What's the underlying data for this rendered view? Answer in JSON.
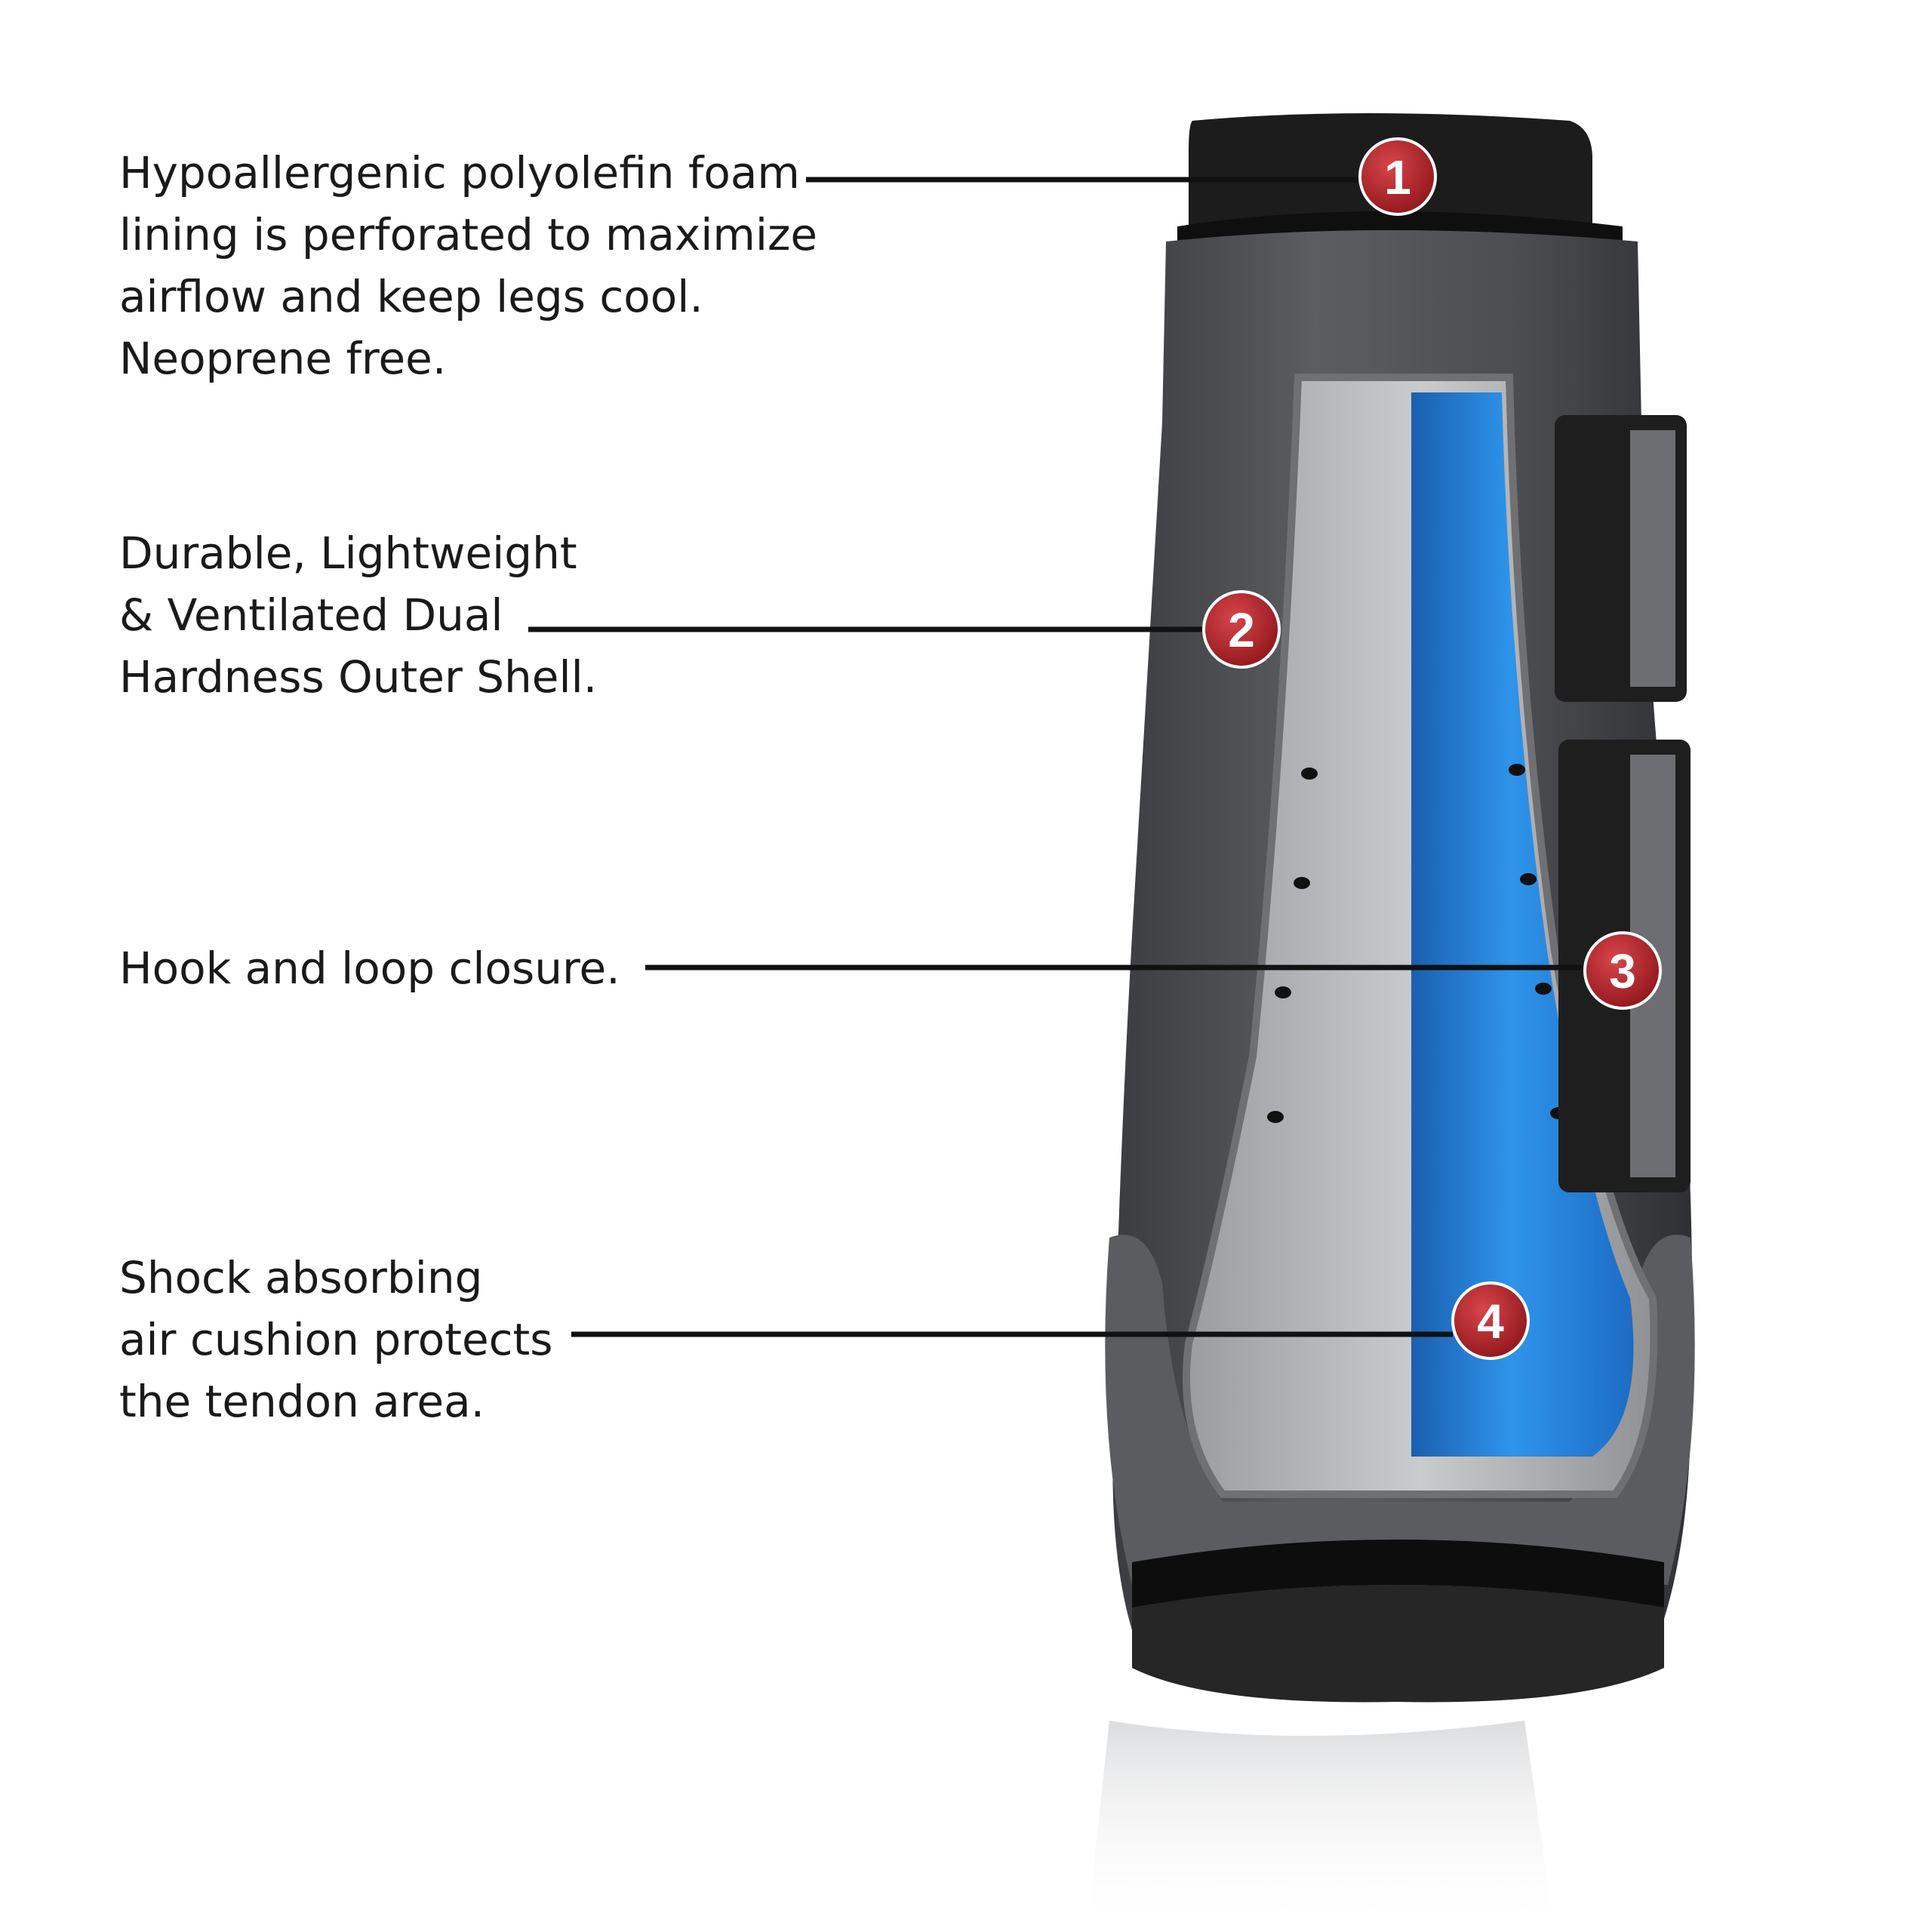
{
  "callouts": [
    {
      "number": "1",
      "lines": [
        "Hypoallergenic polyolefin foam",
        "lining is perforated to maximize",
        "airflow and keep legs cool.",
        "Neoprene free."
      ]
    },
    {
      "number": "2",
      "lines": [
        "Durable, Lightweight",
        "& Ventilated Dual",
        "Hardness Outer Shell."
      ]
    },
    {
      "number": "3",
      "lines": [
        "Hook and loop closure."
      ]
    },
    {
      "number": "4",
      "lines": [
        "Shock absorbing",
        "air cushion protects",
        "the tendon area."
      ]
    }
  ],
  "colors": {
    "marker": "#a31f24",
    "leader_line": "#111111",
    "shell": "#4a4c4f",
    "lining": "#1c1c1c",
    "cushion": "#1f7fd6",
    "strap": "#1e1e1e"
  }
}
